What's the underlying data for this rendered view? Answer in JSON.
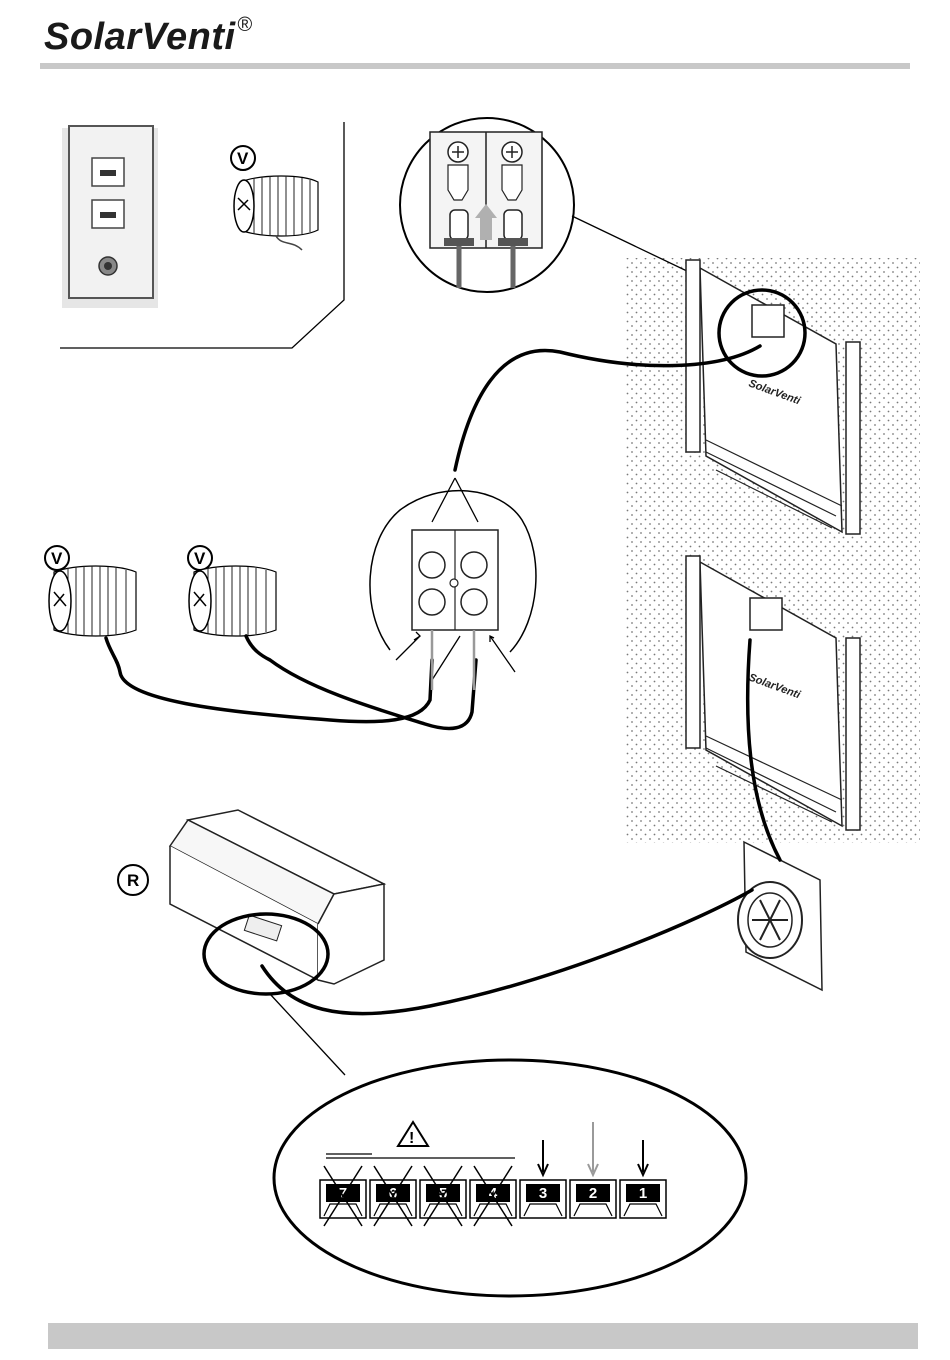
{
  "header": {
    "brand": "SolarVenti",
    "registered_mark": "®"
  },
  "labels": {
    "valve_marker": "V",
    "relay_marker": "R",
    "warning_mark": "!",
    "plate_brand": "SolarVenti"
  },
  "terminals": [
    {
      "number": "7",
      "crossed": true,
      "wire": "none"
    },
    {
      "number": "6",
      "crossed": true,
      "wire": "none"
    },
    {
      "number": "5",
      "crossed": true,
      "wire": "none"
    },
    {
      "number": "4",
      "crossed": true,
      "wire": "none"
    },
    {
      "number": "3",
      "crossed": false,
      "wire": "black"
    },
    {
      "number": "2",
      "crossed": false,
      "wire": "grey"
    },
    {
      "number": "1",
      "crossed": false,
      "wire": "black"
    }
  ],
  "colors": {
    "rule": "#c8c8c8",
    "wire_black": "#000000",
    "wire_grey": "#9a9a9a",
    "terminal_fill": "#000000"
  }
}
